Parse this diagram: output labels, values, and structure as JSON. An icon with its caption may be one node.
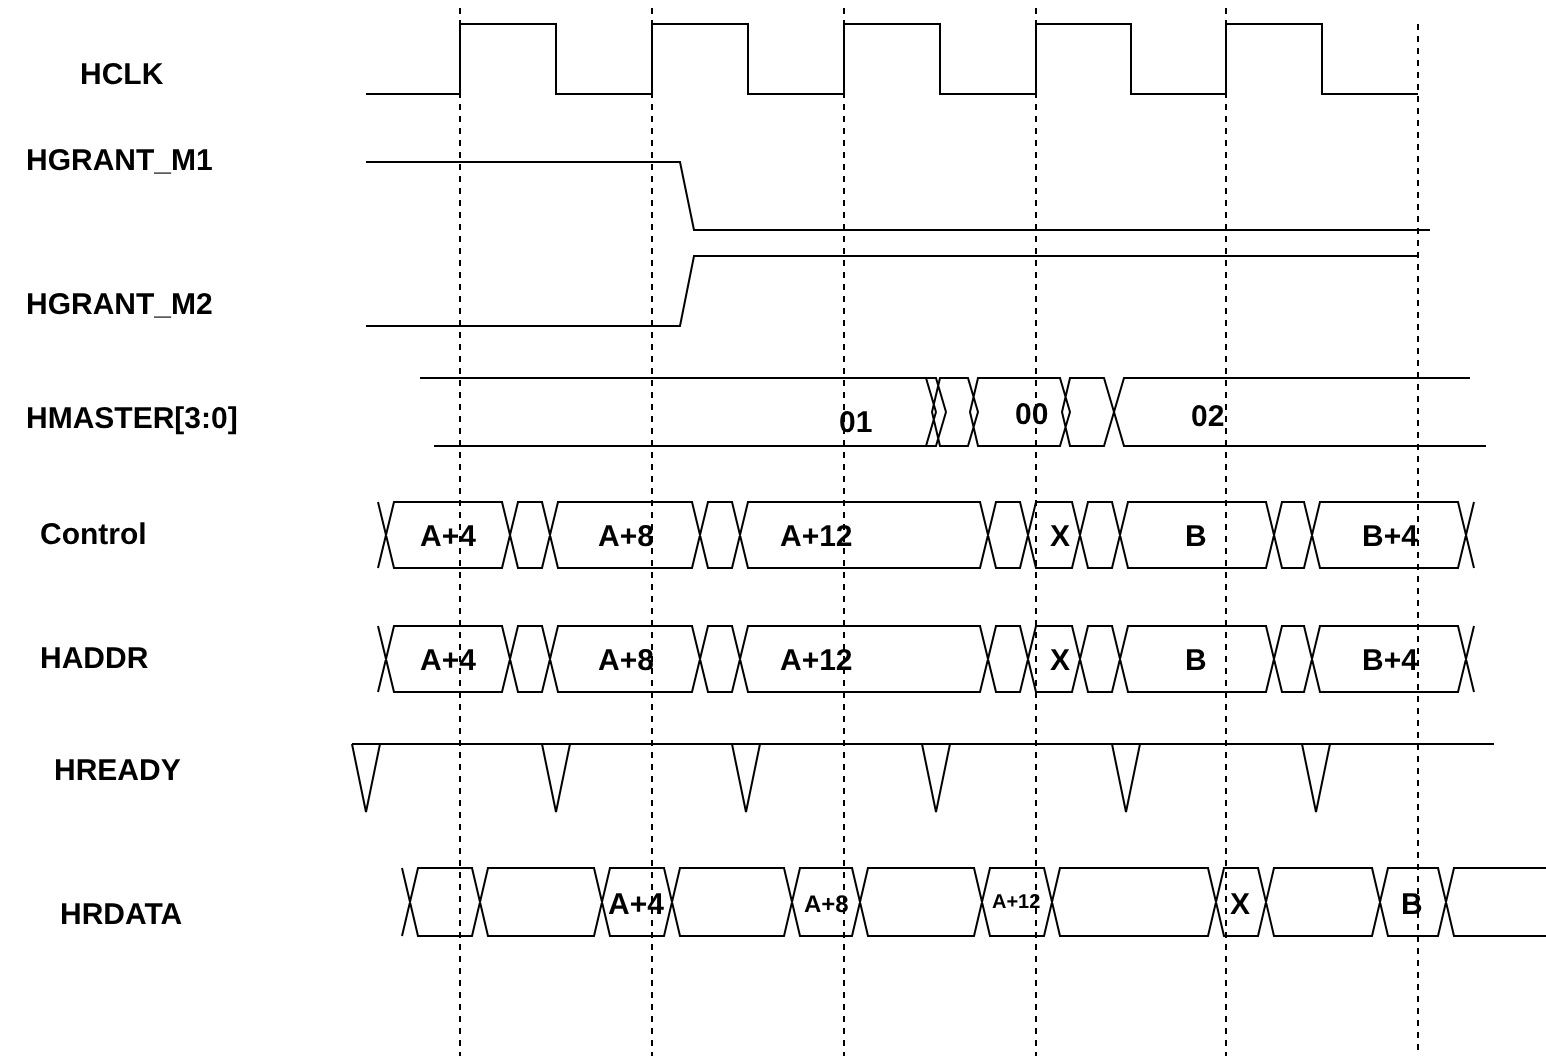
{
  "diagram": {
    "labels": [
      "HCLK",
      "HGRANT_M1",
      "HGRANT_M2",
      "HMASTER[3:0]",
      "01",
      "00",
      "02",
      "Control",
      "A+4",
      "A+8",
      "A+12",
      "X",
      "B",
      "B+4",
      "HADDR",
      "A+4",
      "A+8",
      "A+12",
      "X",
      "B",
      "B+4",
      "HREADY",
      "HRDATA",
      "A+4",
      "A+8",
      "A+12",
      "X",
      "B"
    ]
  }
}
